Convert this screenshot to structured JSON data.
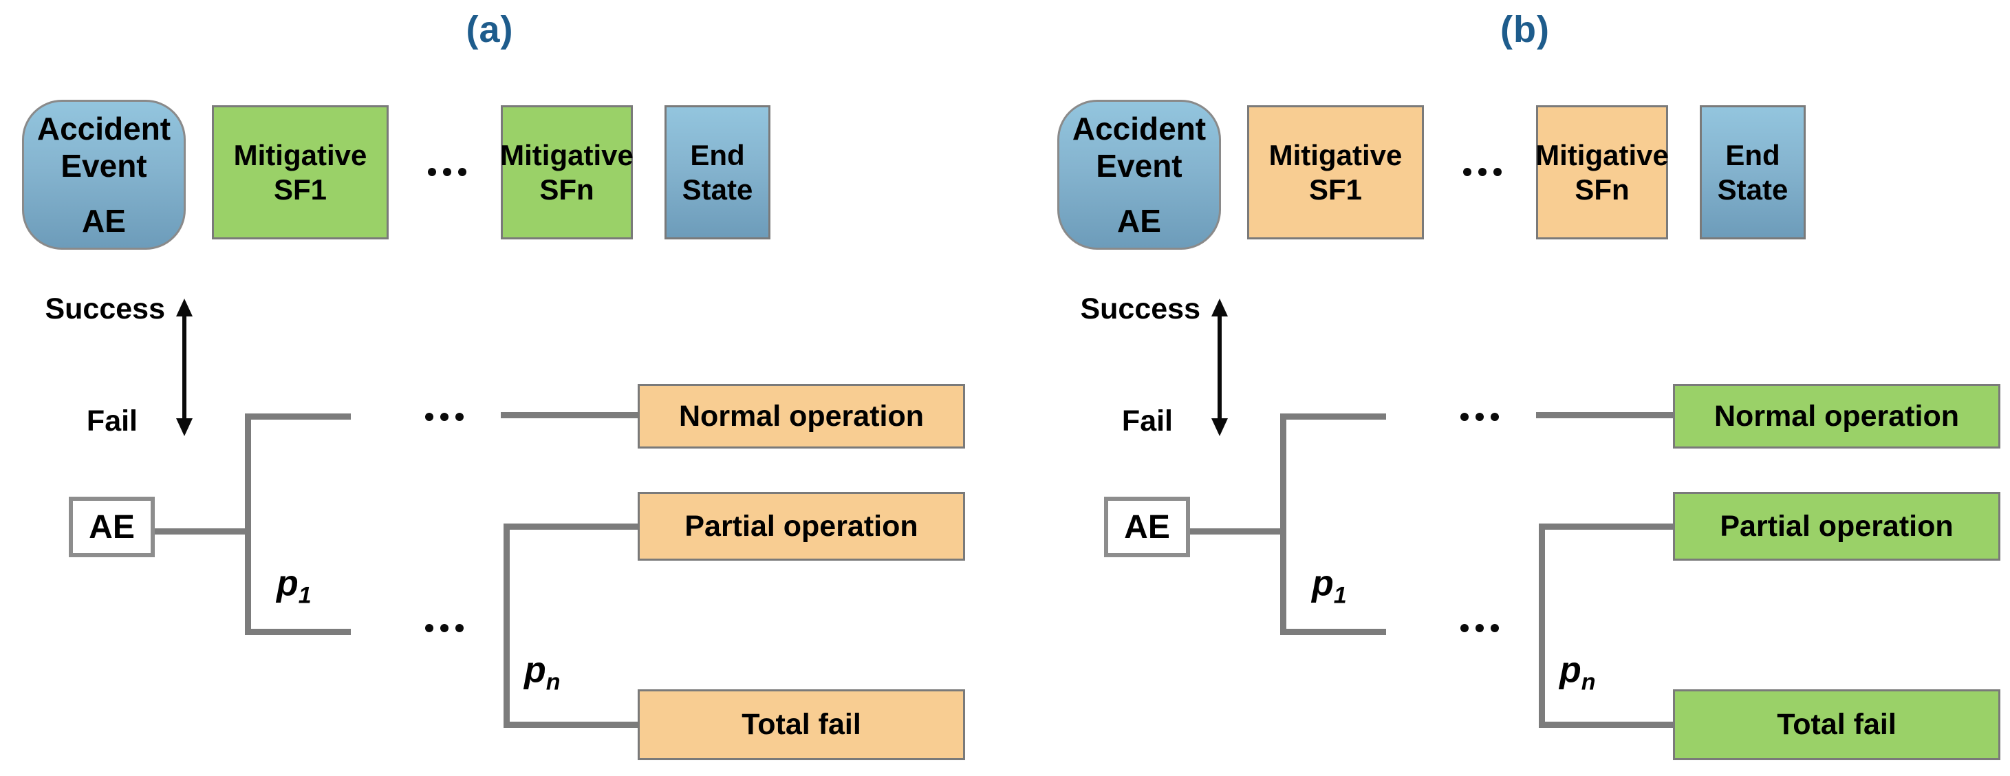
{
  "figure": {
    "type": "event-tree comparison diagram",
    "background": "#ffffff"
  },
  "colors": {
    "green_box": "#9ad168",
    "orange_box": "#f8cd92",
    "blue_box_top": "#93c5de",
    "blue_box_bottom": "#6d9cba",
    "line_gray": "#7c7c7c",
    "title_blue": "#1e5c8c",
    "text": "#000000"
  },
  "icons": {
    "ellipsis_icon": "...",
    "double_arrow_icon": "up-down arrow"
  },
  "diagrams": [
    {
      "label": "(a)",
      "style_vars": "--mit:#9ad168;--end:#f8cd92",
      "accident": {
        "line1": "Accident",
        "line2": "Event",
        "line3": "AE"
      },
      "mitigative_sf1": {
        "line1": "Mitigative",
        "line2": "SF1"
      },
      "mitigative_sfn": {
        "line1": "Mitigative",
        "line2": "SFn"
      },
      "end_state": {
        "line1": "End",
        "line2": "State"
      },
      "success_label": "Success",
      "fail_label": "Fail",
      "ae_label": "AE",
      "p1": {
        "base": "p",
        "sub": "1"
      },
      "pn": {
        "base": "p",
        "sub": "n"
      },
      "results": {
        "normal": "Normal operation",
        "partial": "Partial operation",
        "total": "Total fail"
      }
    },
    {
      "label": "(b)",
      "style_vars": "--mit:#f8cd92;--end:#9ad168",
      "accident": {
        "line1": "Accident",
        "line2": "Event",
        "line3": "AE"
      },
      "mitigative_sf1": {
        "line1": "Mitigative",
        "line2": "SF1"
      },
      "mitigative_sfn": {
        "line1": "Mitigative",
        "line2": "SFn"
      },
      "end_state": {
        "line1": "End",
        "line2": "State"
      },
      "success_label": "Success",
      "fail_label": "Fail",
      "ae_label": "AE",
      "p1": {
        "base": "p",
        "sub": "1"
      },
      "pn": {
        "base": "p",
        "sub": "n"
      },
      "results": {
        "normal": "Normal operation",
        "partial": "Partial operation",
        "total": "Total fail"
      }
    }
  ]
}
